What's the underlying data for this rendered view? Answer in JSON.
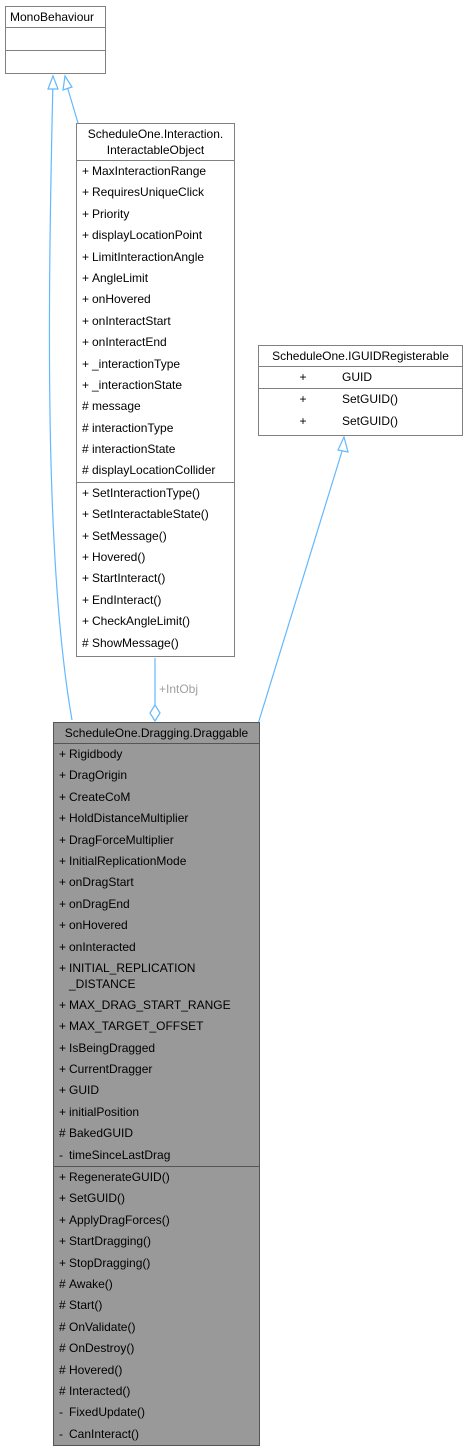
{
  "mono": {
    "title": "MonoBehaviour"
  },
  "interactable": {
    "title_line1": "ScheduleOne.Interaction.",
    "title_line2": "InteractableObject",
    "attributes": [
      {
        "vis": "+",
        "name": "MaxInteractionRange"
      },
      {
        "vis": "+",
        "name": "RequiresUniqueClick"
      },
      {
        "vis": "+",
        "name": "Priority"
      },
      {
        "vis": "+",
        "name": "displayLocationPoint"
      },
      {
        "vis": "+",
        "name": "LimitInteractionAngle"
      },
      {
        "vis": "+",
        "name": "AngleLimit"
      },
      {
        "vis": "+",
        "name": "onHovered"
      },
      {
        "vis": "+",
        "name": "onInteractStart"
      },
      {
        "vis": "+",
        "name": "onInteractEnd"
      },
      {
        "vis": "+",
        "name": "_interactionType"
      },
      {
        "vis": "+",
        "name": "_interactionState"
      },
      {
        "vis": "#",
        "name": "message"
      },
      {
        "vis": "#",
        "name": "interactionType"
      },
      {
        "vis": "#",
        "name": "interactionState"
      },
      {
        "vis": "#",
        "name": "displayLocationCollider"
      }
    ],
    "methods": [
      {
        "vis": "+",
        "name": "SetInteractionType()"
      },
      {
        "vis": "+",
        "name": "SetInteractableState()"
      },
      {
        "vis": "+",
        "name": "SetMessage()"
      },
      {
        "vis": "+",
        "name": "Hovered()"
      },
      {
        "vis": "+",
        "name": "StartInteract()"
      },
      {
        "vis": "+",
        "name": "EndInteract()"
      },
      {
        "vis": "+",
        "name": "CheckAngleLimit()"
      },
      {
        "vis": "#",
        "name": "ShowMessage()"
      }
    ]
  },
  "guid": {
    "title": "ScheduleOne.IGUIDRegisterable",
    "attributes": [
      {
        "vis": "+",
        "name": "GUID"
      }
    ],
    "methods": [
      {
        "vis": "+",
        "name": "SetGUID()"
      },
      {
        "vis": "+",
        "name": "SetGUID()"
      }
    ]
  },
  "draggable": {
    "title": "ScheduleOne.Dragging.Draggable",
    "attributes": [
      {
        "vis": "+",
        "name": "Rigidbody"
      },
      {
        "vis": "+",
        "name": "DragOrigin"
      },
      {
        "vis": "+",
        "name": "CreateCoM"
      },
      {
        "vis": "+",
        "name": "HoldDistanceMultiplier"
      },
      {
        "vis": "+",
        "name": "DragForceMultiplier"
      },
      {
        "vis": "+",
        "name": "InitialReplicationMode"
      },
      {
        "vis": "+",
        "name": "onDragStart"
      },
      {
        "vis": "+",
        "name": "onDragEnd"
      },
      {
        "vis": "+",
        "name": "onHovered"
      },
      {
        "vis": "+",
        "name": "onInteracted"
      },
      {
        "vis": "+",
        "name": "INITIAL_REPLICATION",
        "name2": "_DISTANCE"
      },
      {
        "vis": "+",
        "name": "MAX_DRAG_START_RANGE"
      },
      {
        "vis": "+",
        "name": "MAX_TARGET_OFFSET"
      },
      {
        "vis": "+",
        "name": "IsBeingDragged"
      },
      {
        "vis": "+",
        "name": "CurrentDragger"
      },
      {
        "vis": "+",
        "name": "GUID"
      },
      {
        "vis": "+",
        "name": "initialPosition"
      },
      {
        "vis": "#",
        "name": "BakedGUID"
      },
      {
        "vis": "-",
        "name": "timeSinceLastDrag"
      }
    ],
    "methods": [
      {
        "vis": "+",
        "name": "RegenerateGUID()"
      },
      {
        "vis": "+",
        "name": "SetGUID()"
      },
      {
        "vis": "+",
        "name": "ApplyDragForces()"
      },
      {
        "vis": "+",
        "name": "StartDragging()"
      },
      {
        "vis": "+",
        "name": "StopDragging()"
      },
      {
        "vis": "#",
        "name": "Awake()"
      },
      {
        "vis": "#",
        "name": "Start()"
      },
      {
        "vis": "#",
        "name": "OnValidate()"
      },
      {
        "vis": "#",
        "name": "OnDestroy()"
      },
      {
        "vis": "#",
        "name": "Hovered()"
      },
      {
        "vis": "#",
        "name": "Interacted()"
      },
      {
        "vis": "-",
        "name": "FixedUpdate()"
      },
      {
        "vis": "-",
        "name": "CanInteract()"
      }
    ]
  },
  "edge_label": "+IntObj",
  "colors": {
    "arrow": "#63b8ff",
    "composition": "#808080",
    "highlight_fill": "#999999"
  }
}
